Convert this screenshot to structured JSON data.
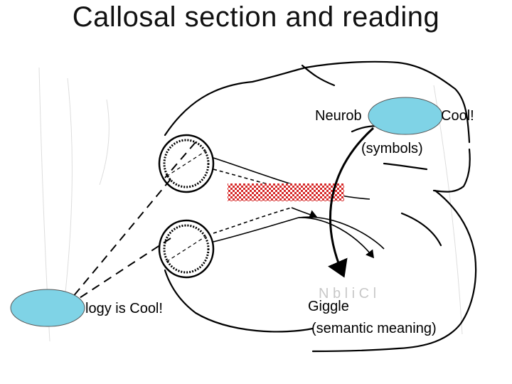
{
  "title": "Callosal section and reading",
  "labels": {
    "top_partial": "Neurob",
    "top_end": "Cool!",
    "symbols": "(symbols)",
    "left_partial": "logy is Cool!",
    "giggle": "Giggle",
    "semantic": "(semantic meaning)"
  },
  "colors": {
    "occluder_fill": "#7fd3e6",
    "callosum_red": "#d62828"
  }
}
